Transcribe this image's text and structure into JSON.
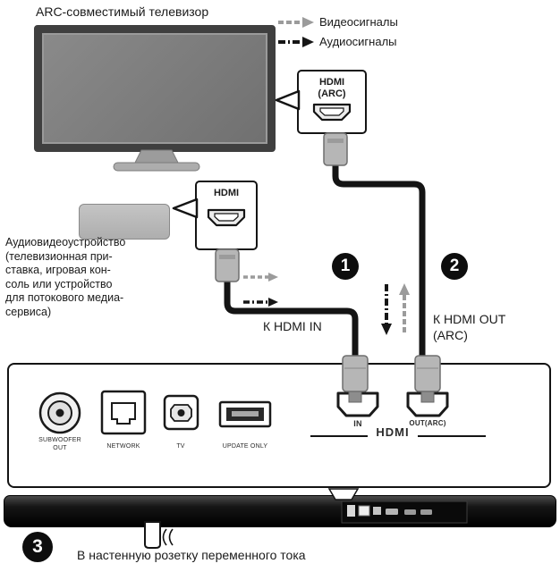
{
  "diagram": {
    "tv_label": "ARC-совместимый телевизор",
    "legend": {
      "video": "Видеосигналы",
      "audio": "Аудиосигналы"
    },
    "arc_callout": "HDMI\n(ARC)",
    "hdmi_callout": "HDMI",
    "av_device_label": "Аудиовидеоустройство\n(телевизионная при-\nставка, игровая кон-\nсоль или устройство\nдля потокового медиа-\nсервиса)",
    "to_hdmi_in": "К HDMI IN",
    "to_hdmi_out": "К HDMI OUT\n(ARC)",
    "steps": [
      "1",
      "2",
      "3"
    ],
    "outlet_label": "В настенную розетку переменного тока"
  },
  "rear_panel": {
    "subwoofer_label": "SUBWOOFER\nOUT",
    "network_label": "NETWORK",
    "tv_label": "TV",
    "update_label": "UPDATE ONLY",
    "hdmi_in_label": "IN",
    "hdmi_out_label": "OUT(ARC)",
    "hdmi_logo": "HDMI"
  },
  "colors": {
    "cable": "#141414",
    "video_signal": "#9b9b9b",
    "audio_signal": "#161616"
  }
}
